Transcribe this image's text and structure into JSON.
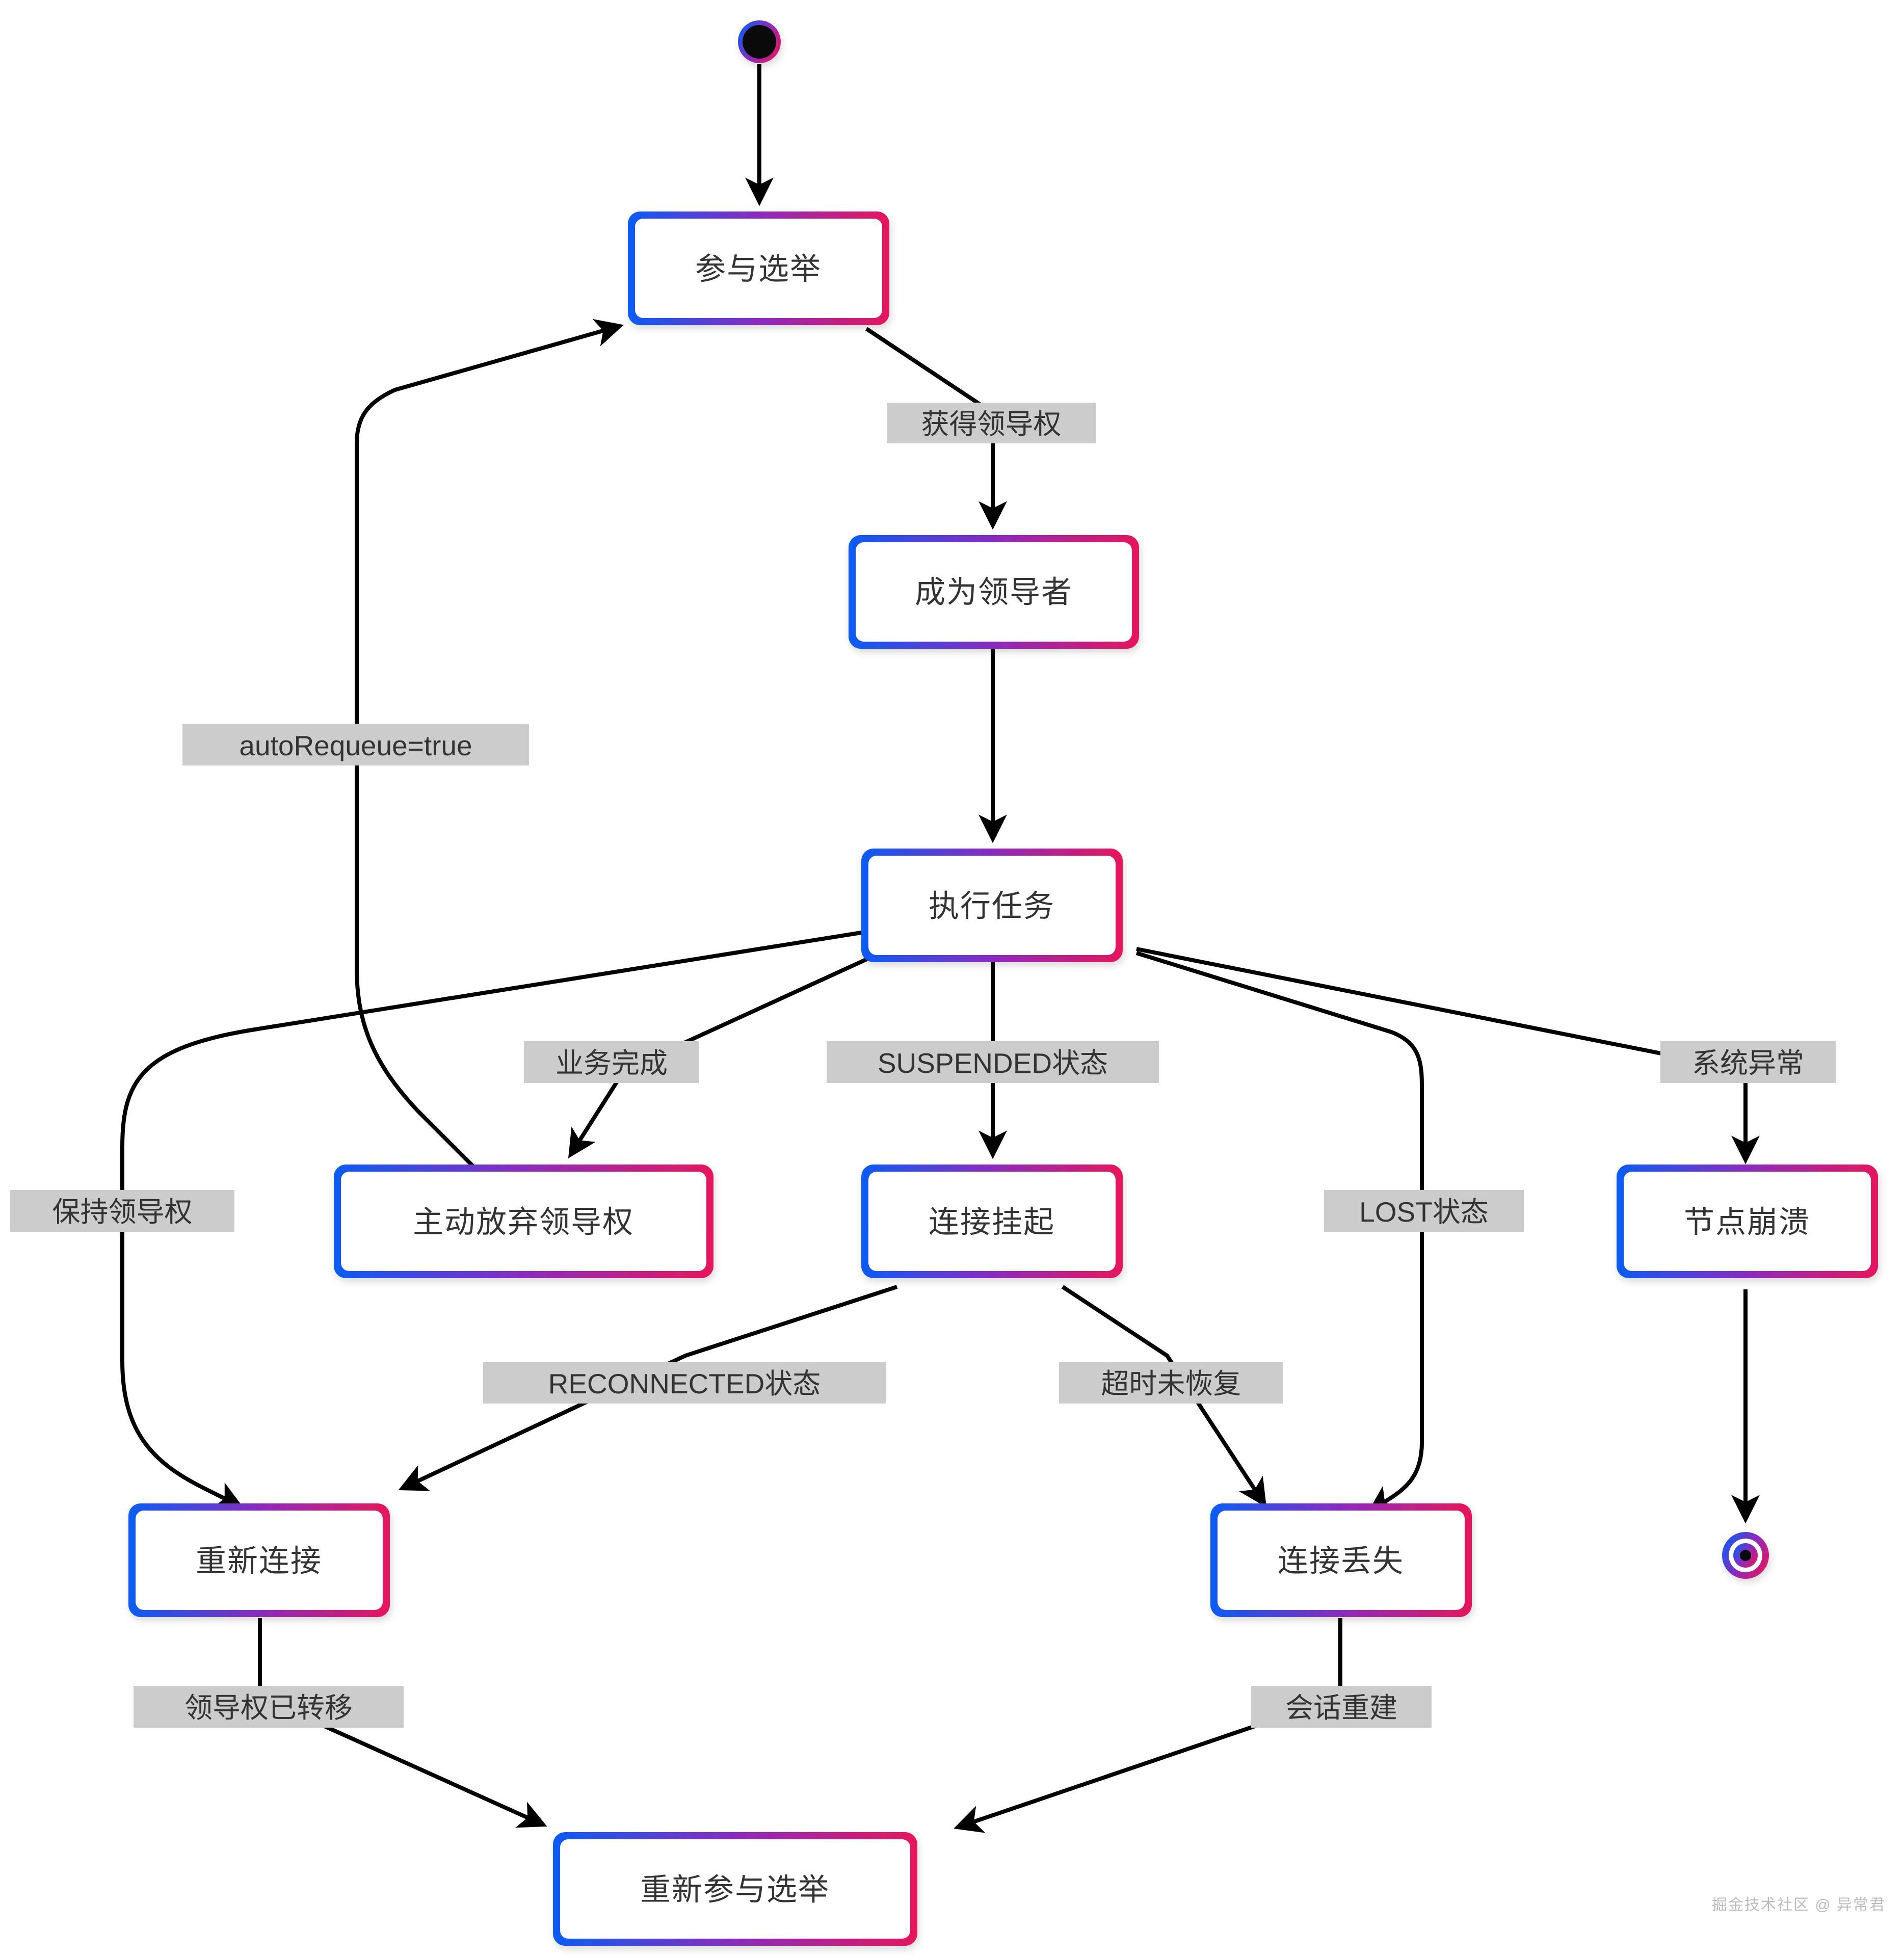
{
  "diagram": {
    "type": "state-diagram",
    "title": "",
    "background_color": "#ffffff",
    "node_border_gradient": {
      "from": "#0b5cf5",
      "mid": "#8a2bbe",
      "to": "#e6175c"
    },
    "edge_color": "#000000",
    "edge_label_bg": "#cccccc",
    "text_color": "#333333"
  },
  "nodes": {
    "start": {
      "kind": "start-node",
      "label": ""
    },
    "join_election": {
      "kind": "state",
      "label": "参与选举"
    },
    "become_leader": {
      "kind": "state",
      "label": "成为领导者"
    },
    "execute_task": {
      "kind": "state",
      "label": "执行任务"
    },
    "release_leadership": {
      "kind": "state",
      "label": "主动放弃领导权"
    },
    "conn_suspended": {
      "kind": "state",
      "label": "连接挂起"
    },
    "node_crash": {
      "kind": "state",
      "label": "节点崩溃"
    },
    "reconnect": {
      "kind": "state",
      "label": "重新连接"
    },
    "conn_lost": {
      "kind": "state",
      "label": "连接丢失"
    },
    "rejoin_election": {
      "kind": "state",
      "label": "重新参与选举"
    },
    "end": {
      "kind": "end-node",
      "label": ""
    }
  },
  "edges": [
    {
      "id": "e1",
      "from": "start",
      "to": "join_election",
      "label": ""
    },
    {
      "id": "e2",
      "from": "join_election",
      "to": "become_leader",
      "label": "获得领导权"
    },
    {
      "id": "e3",
      "from": "become_leader",
      "to": "execute_task",
      "label": ""
    },
    {
      "id": "e4",
      "from": "execute_task",
      "to": "release_leadership",
      "label": "业务完成"
    },
    {
      "id": "e5",
      "from": "execute_task",
      "to": "conn_suspended",
      "label": "SUSPENDED状态"
    },
    {
      "id": "e6",
      "from": "execute_task",
      "to": "conn_lost",
      "label": "LOST状态"
    },
    {
      "id": "e7",
      "from": "execute_task",
      "to": "node_crash",
      "label": "系统异常"
    },
    {
      "id": "e8",
      "from": "execute_task",
      "to": "execute_task",
      "label": "保持领导权"
    },
    {
      "id": "e9",
      "from": "release_leadership",
      "to": "join_election",
      "label": "autoRequeue=true"
    },
    {
      "id": "e10",
      "from": "conn_suspended",
      "to": "reconnect",
      "label": "RECONNECTED状态"
    },
    {
      "id": "e11",
      "from": "conn_suspended",
      "to": "conn_lost",
      "label": "超时未恢复"
    },
    {
      "id": "e12",
      "from": "reconnect",
      "to": "rejoin_election",
      "label": "领导权已转移"
    },
    {
      "id": "e13",
      "from": "conn_lost",
      "to": "rejoin_election",
      "label": "会话重建"
    },
    {
      "id": "e14",
      "from": "node_crash",
      "to": "end",
      "label": ""
    },
    {
      "id": "e15",
      "from": "reconnect",
      "to": "execute_task",
      "label": ""
    }
  ],
  "edge_labels": {
    "gain_leadership": "获得领导权",
    "auto_requeue": "autoRequeue=true",
    "keep_leadership": "保持领导权",
    "business_done": "业务完成",
    "suspended_state": "SUSPENDED状态",
    "lost_state": "LOST状态",
    "system_exception": "系统异常",
    "reconnected_state": "RECONNECTED状态",
    "timeout_not_recovered": "超时未恢复",
    "leadership_transferred": "领导权已转移",
    "session_rebuilt": "会话重建"
  },
  "watermark": {
    "text": "掘金技术社区 @ 异常君"
  }
}
